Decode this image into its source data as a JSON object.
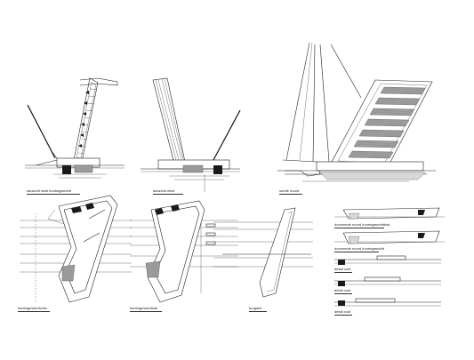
{
  "sheet": {
    "captions": {
      "elevation_west_counterweight": "aanzicht west kontragewicht",
      "elevation_west": "aanzicht west",
      "section_north": "snede noord",
      "plan_counterweight_floor": "kontragewichtvloer",
      "plan_counterweight_basin": "kontragewichtbak",
      "plan_deck": "brugdek",
      "section_north_counterweight_basin": "doorsnede noord kontragewichtbak",
      "section_north_counterweight": "doorsnede noord kontragewicht",
      "detail_east_1": "detail oost",
      "detail_east_2": "detail oost",
      "detail_south": "detail zuid"
    }
  }
}
